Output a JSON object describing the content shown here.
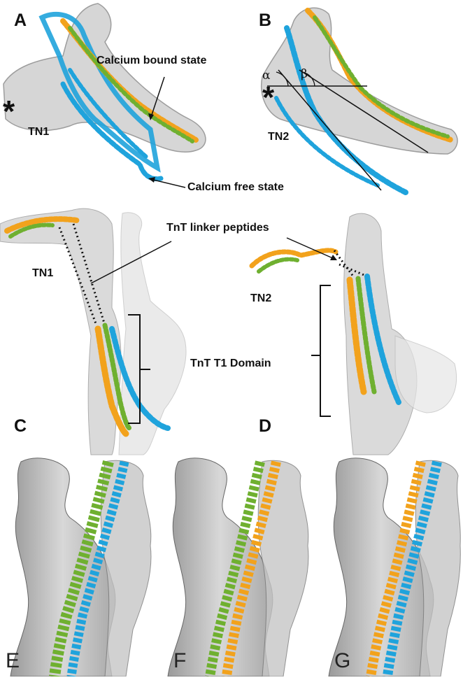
{
  "panels": {
    "a": "A",
    "b": "B",
    "c": "C",
    "d": "D",
    "e": "E",
    "f": "F",
    "g": "G"
  },
  "annotations": {
    "calcium_bound": "Calcium bound state",
    "calcium_free": "Calcium free state",
    "tnt_linker": "TnT linker peptides",
    "tnt_t1": "TnT T1 Domain"
  },
  "labels": {
    "tn1_a": "TN1",
    "tn2_b": "TN2",
    "tn1_c": "TN1",
    "tn2_d": "TN2",
    "star_a": "*",
    "star_b": "*",
    "alpha": "α",
    "beta": "β"
  },
  "colors": {
    "density": "#c9c9c9",
    "density_edge": "#8a8a8a",
    "helix_blue": "#1fa3dc",
    "helix_orange": "#f2a21c",
    "helix_green": "#6fb030",
    "actin_gray": "#7a7a7a"
  }
}
